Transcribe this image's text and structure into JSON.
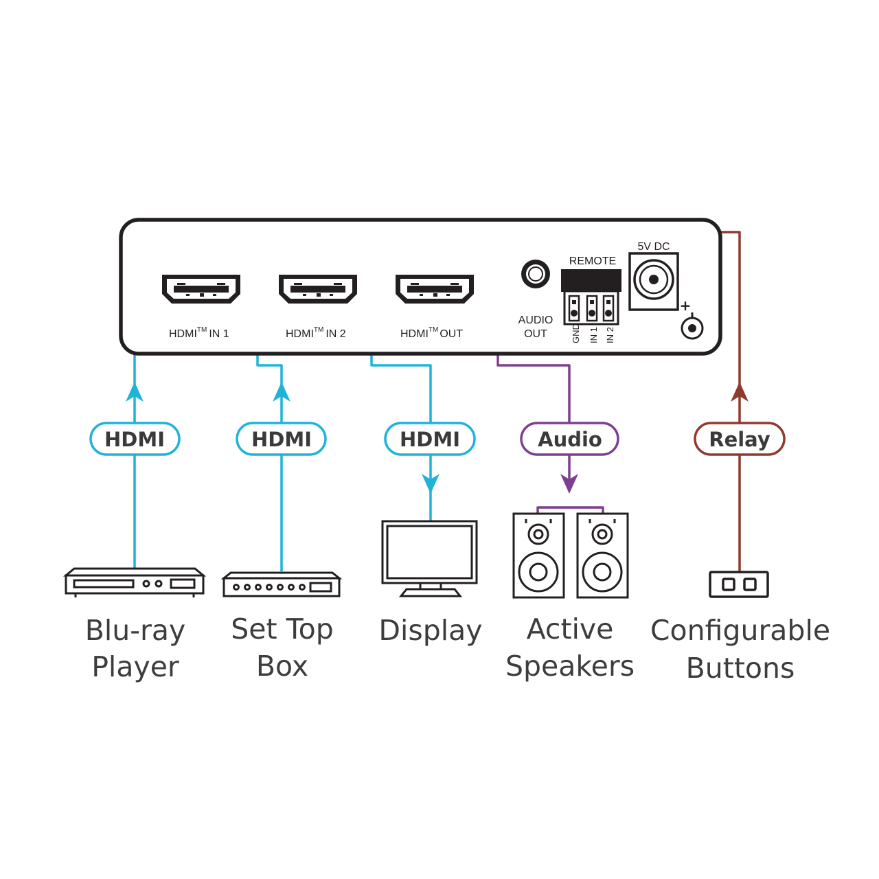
{
  "device": {
    "ports": {
      "hdmi_in1": {
        "name": "HDMI",
        "tm": "TM",
        "suffix": "IN 1"
      },
      "hdmi_in2": {
        "name": "HDMI",
        "tm": "TM",
        "suffix": "IN 2"
      },
      "hdmi_out": {
        "name": "HDMI",
        "tm": "TM",
        "suffix": "OUT"
      },
      "audio_out": {
        "line1": "AUDIO",
        "line2": "OUT"
      },
      "remote": {
        "label": "REMOTE",
        "terminals": [
          "GND",
          "IN 1",
          "IN 2"
        ]
      },
      "power": {
        "label": "5V DC",
        "polarity": "+"
      }
    }
  },
  "connections": [
    {
      "id": "hdmi1",
      "label": "HDMI",
      "color": "#1fb3d8"
    },
    {
      "id": "hdmi2",
      "label": "HDMI",
      "color": "#1fb3d8"
    },
    {
      "id": "hdmi3",
      "label": "HDMI",
      "color": "#1fb3d8"
    },
    {
      "id": "audio",
      "label": "Audio",
      "color": "#7d3f8f"
    },
    {
      "id": "relay",
      "label": "Relay",
      "color": "#8f3a2e"
    }
  ],
  "peripherals": [
    {
      "id": "bluray",
      "icon": "bluray-player-icon",
      "lines": [
        "Blu-ray",
        "Player"
      ]
    },
    {
      "id": "stb",
      "icon": "set-top-box-icon",
      "lines": [
        "Set Top",
        "Box"
      ]
    },
    {
      "id": "display",
      "icon": "display-icon",
      "lines": [
        "Display"
      ]
    },
    {
      "id": "speakers",
      "icon": "speakers-icon",
      "lines": [
        "Active",
        "Speakers"
      ]
    },
    {
      "id": "buttons",
      "icon": "buttons-icon",
      "lines": [
        "Configurable",
        "Buttons"
      ]
    }
  ]
}
